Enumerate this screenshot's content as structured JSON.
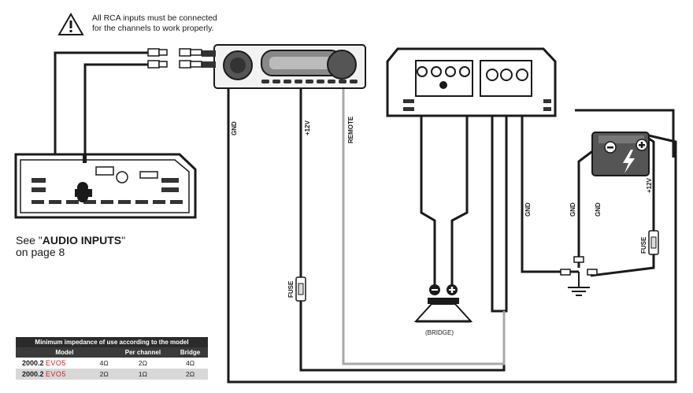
{
  "warning": {
    "line1": "All RCA inputs must be connected",
    "line2": "for the channels to work properly."
  },
  "see_note": {
    "prefix": "See \"",
    "bold": "AUDIO INPUTS",
    "suffix": "\"",
    "line2": "on page 8"
  },
  "wire_labels": {
    "gnd_headunit": "GND",
    "plus12_headunit": "+12V",
    "remote": "REMOTE",
    "gnd_1": "GND",
    "gnd_2": "GND",
    "gnd_3": "GND",
    "plus12_battery": "+12V",
    "fuse_left": "FUSE",
    "fuse_right": "FUSE"
  },
  "speaker_label": "(BRIDGE)",
  "impedance_table": {
    "caption": "Minimum impedance of use according to the model",
    "headers": [
      "Model",
      "Per channel",
      "Bridge"
    ],
    "rows": [
      {
        "model_num": "2000.2",
        "series": "EVO5",
        "imp": "4Ω",
        "per_channel": "2Ω",
        "bridge": "4Ω"
      },
      {
        "model_num": "2000.2",
        "series": "EVO5",
        "imp": "2Ω",
        "per_channel": "1Ω",
        "bridge": "2Ω"
      }
    ]
  },
  "colors": {
    "wire_black": "#1a1a1a",
    "wire_gray": "#a8a8a8",
    "series_red": "#c8202b"
  }
}
